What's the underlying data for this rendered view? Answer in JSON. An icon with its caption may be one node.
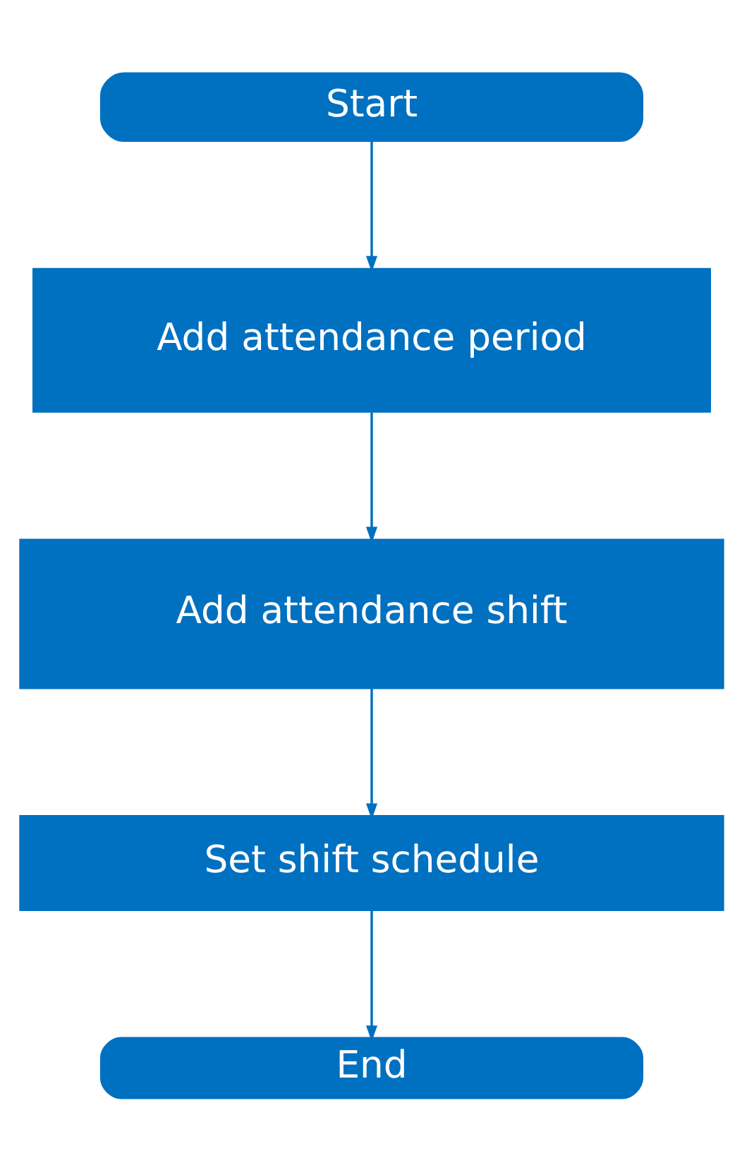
{
  "diagram": {
    "nodes": [
      {
        "text": [
          "Start"
        ]
      },
      {
        "text": [
          "Add attendance period"
        ]
      },
      {
        "text": [
          "Add attendance shift"
        ]
      },
      {
        "text": [
          "Set shift schedule"
        ]
      },
      {
        "text": [
          "End"
        ]
      }
    ],
    "edges": [
      {
        "from": 0,
        "to": 1,
        "arrow": "to"
      },
      {
        "from": 1,
        "to": 2,
        "arrow": "to"
      },
      {
        "from": 2,
        "to": 3,
        "arrow": "to"
      },
      {
        "from": 3,
        "to": 4,
        "arrow": "to"
      }
    ]
  }
}
